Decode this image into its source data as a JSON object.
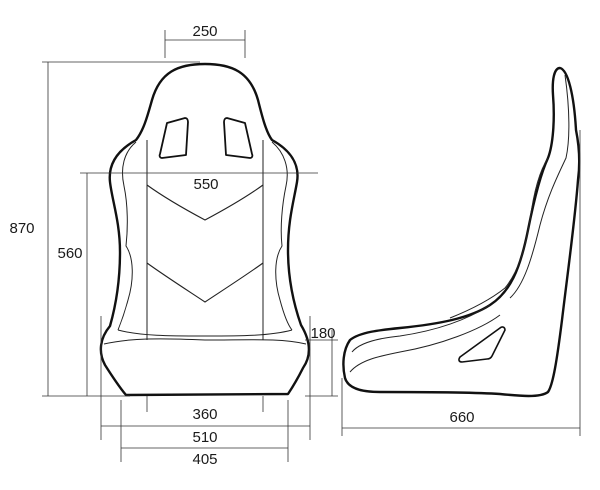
{
  "dimensions": {
    "top_width": "250",
    "height_total": "870",
    "height_back": "560",
    "shoulder_width": "550",
    "side_bolster": "180",
    "seat_inner": "360",
    "base_outer": "510",
    "base_inner": "405",
    "depth": "660"
  },
  "colors": {
    "line": "#111111",
    "background": "#ffffff"
  }
}
